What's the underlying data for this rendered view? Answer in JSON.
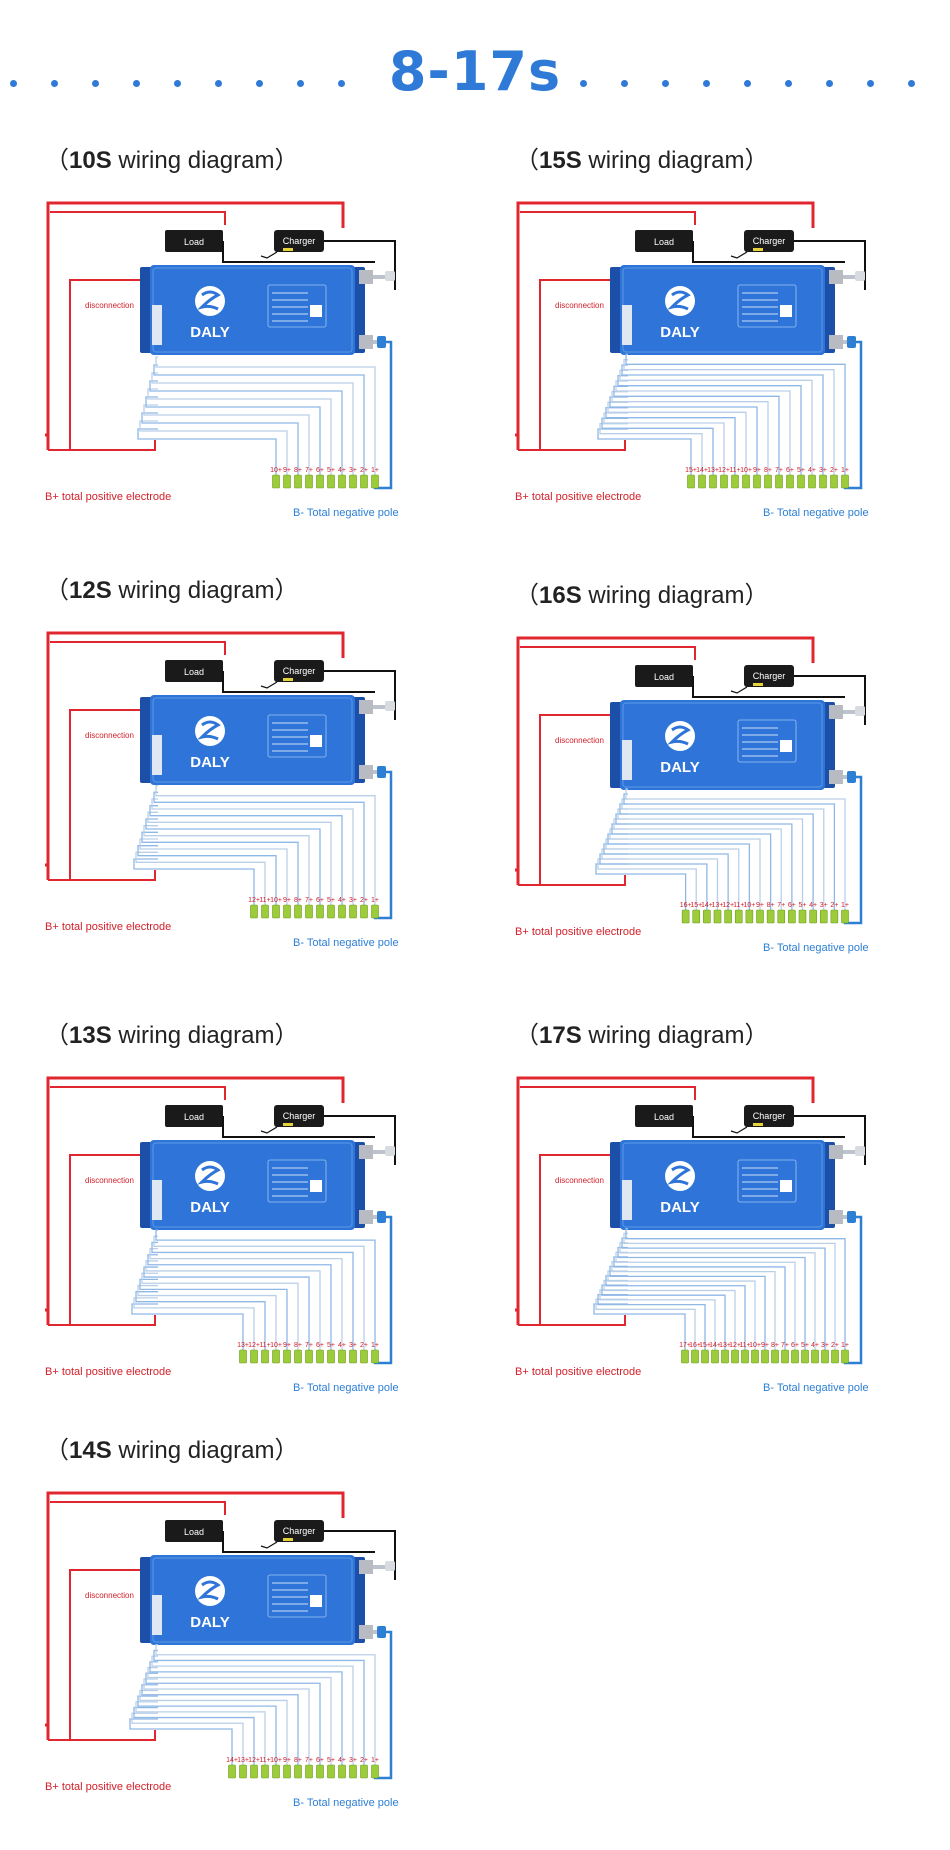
{
  "page": {
    "title": "8-17s"
  },
  "labels": {
    "load": "Load",
    "charger": "Charger",
    "disconnection": "disconnection",
    "bplus": "B+ total positive electrode",
    "bminus": "B- Total negative pole",
    "brand": "DALY"
  },
  "colors": {
    "accent": "#2e7ad6",
    "red_wire": "#e0262e",
    "blue_wire": "#2d7fd4",
    "bms_body": "#2f74d8",
    "bms_dark": "#1b4fa8",
    "terminal": "#9ccc3a"
  },
  "diagrams": [
    {
      "id": "10s",
      "open": "（",
      "series": "10S",
      "word": " wiring diagram",
      "close": "）",
      "cells": 10,
      "cell_labels": [
        "10+",
        "9+",
        "8+",
        "7+",
        "6+",
        "5+",
        "4+",
        "3+",
        "2+",
        "1+"
      ]
    },
    {
      "id": "15s",
      "open": "（",
      "series": "15S",
      "word": " wiring diagram",
      "close": "）",
      "cells": 15,
      "cell_labels": [
        "15+",
        "14+",
        "13+",
        "12+",
        "11+",
        "10+",
        "9+",
        "8+",
        "7+",
        "6+",
        "5+",
        "4+",
        "3+",
        "2+",
        "1+"
      ]
    },
    {
      "id": "12s",
      "open": "（",
      "series": "12S",
      "word": " wiring diagram",
      "close": "）",
      "cells": 12,
      "cell_labels": [
        "12+",
        "11+",
        "10+",
        "9+",
        "8+",
        "7+",
        "6+",
        "5+",
        "4+",
        "3+",
        "2+",
        "1+"
      ]
    },
    {
      "id": "16s",
      "open": "（",
      "series": "16S",
      "word": " wiring diagram",
      "close": "）",
      "cells": 16,
      "cell_labels": [
        "16+",
        "15+",
        "14+",
        "13+",
        "12+",
        "11+",
        "10+",
        "9+",
        "8+",
        "7+",
        "6+",
        "5+",
        "4+",
        "3+",
        "2+",
        "1+"
      ]
    },
    {
      "id": "13s",
      "open": "（",
      "series": "13S",
      "word": " wiring diagram",
      "close": "）",
      "cells": 13,
      "cell_labels": [
        "13+",
        "12+",
        "11+",
        "10+",
        "9+",
        "8+",
        "7+",
        "6+",
        "5+",
        "4+",
        "3+",
        "2+",
        "1+"
      ]
    },
    {
      "id": "17s",
      "open": "（",
      "series": "17S",
      "word": " wiring diagram",
      "close": "）",
      "cells": 17,
      "cell_labels": [
        "17+",
        "16+",
        "15+",
        "14+",
        "13+",
        "12+",
        "11+",
        "10+",
        "9+",
        "8+",
        "7+",
        "6+",
        "5+",
        "4+",
        "3+",
        "2+",
        "1+"
      ]
    },
    {
      "id": "14s",
      "open": "（",
      "series": "14S",
      "word": " wiring diagram",
      "close": "）",
      "cells": 14,
      "cell_labels": [
        "14+",
        "13+",
        "12+",
        "11+",
        "10+",
        "9+",
        "8+",
        "7+",
        "6+",
        "5+",
        "4+",
        "3+",
        "2+",
        "1+"
      ]
    }
  ]
}
